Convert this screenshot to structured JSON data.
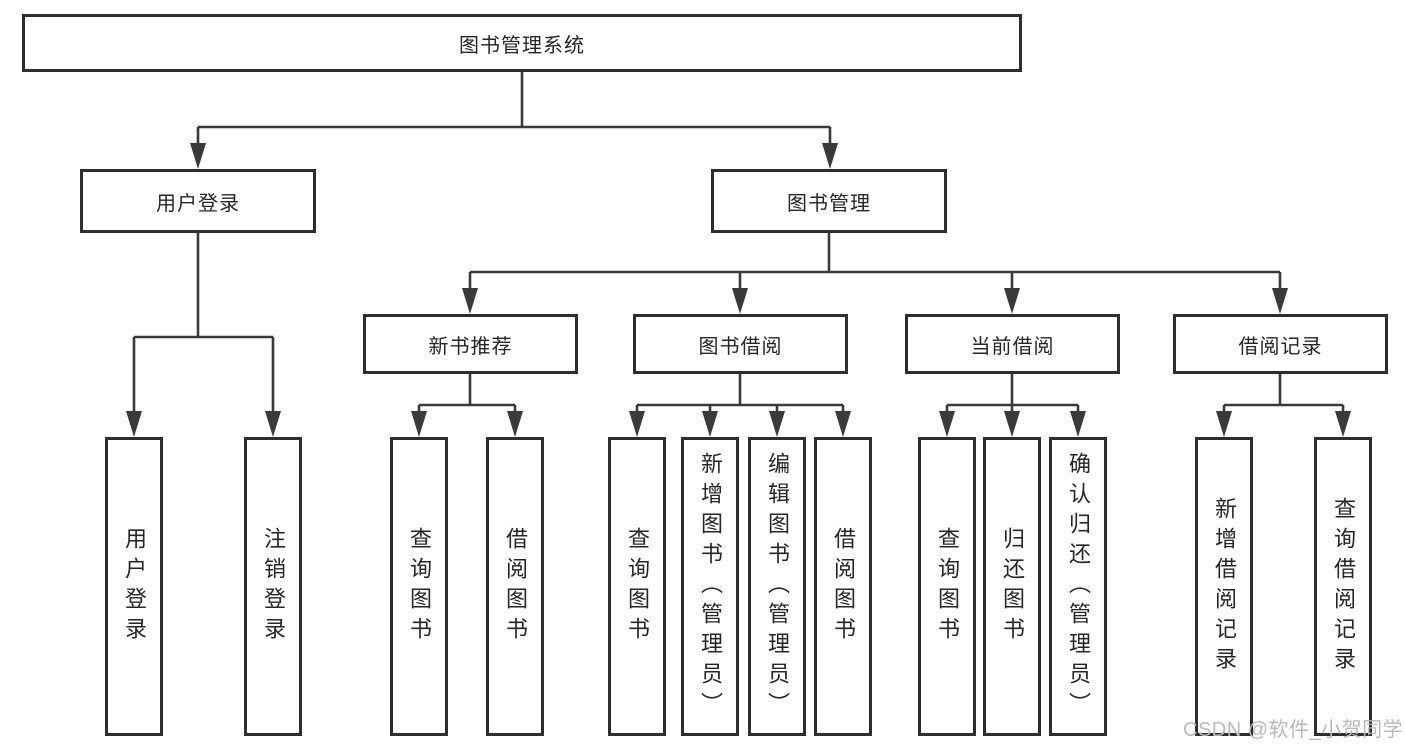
{
  "colors": {
    "background": "#ffffff",
    "line": "#3a3a3a",
    "box_border": "#2e2e2e",
    "text": "#262626",
    "watermark_text": "#b9b9b9"
  },
  "watermark": "CSDN @软件_小贺同学",
  "diagram": {
    "root": {
      "label": "图书管理系统"
    },
    "branches": [
      {
        "label": "用户登录",
        "leaves": [
          "用户登录",
          "注销登录"
        ]
      },
      {
        "label": "图书管理",
        "sections": [
          {
            "label": "新书推荐",
            "leaves": [
              "查询图书",
              "借阅图书"
            ]
          },
          {
            "label": "图书借阅",
            "leaves": [
              "查询图书",
              "新增图书（管理员）",
              "编辑图书（管理员）",
              "借阅图书"
            ]
          },
          {
            "label": "当前借阅",
            "leaves": [
              "查询图书",
              "归还图书",
              "确认归还（管理员）"
            ]
          },
          {
            "label": "借阅记录",
            "leaves": [
              "新增借阅记录",
              "查询借阅记录"
            ]
          }
        ]
      }
    ]
  }
}
